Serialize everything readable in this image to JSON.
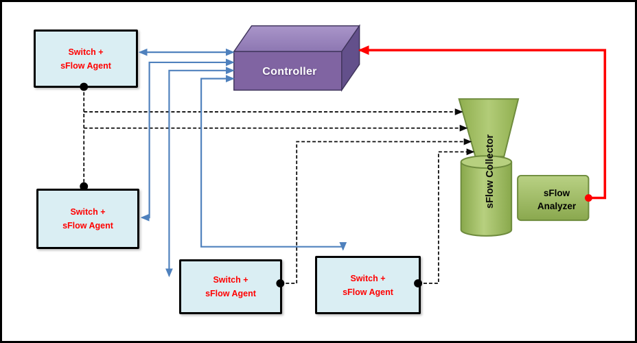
{
  "diagram": {
    "controller": {
      "label": "Controller"
    },
    "switches": [
      {
        "line1": "Switch +",
        "line2": "sFlow Agent"
      },
      {
        "line1": "Switch +",
        "line2": "sFlow Agent"
      },
      {
        "line1": "Switch +",
        "line2": "sFlow Agent"
      },
      {
        "line1": "Switch +",
        "line2": "sFlow Agent"
      }
    ],
    "collector": {
      "label": "sFlow Collector"
    },
    "analyzer": {
      "line1": "sFlow",
      "line2": "Analyzer"
    },
    "colors": {
      "switch_fill": "#daeef3",
      "switch_text": "#ff0000",
      "controller_front": "#8064a2",
      "controller_top": "#9782bb",
      "controller_side": "#63508b",
      "collector_green": "#9bbb59",
      "green_dark": "#6e8b3d",
      "control_link_blue": "#4f81bd",
      "sflow_link_black": "#000000",
      "analytics_link_red": "#ff0000"
    }
  }
}
